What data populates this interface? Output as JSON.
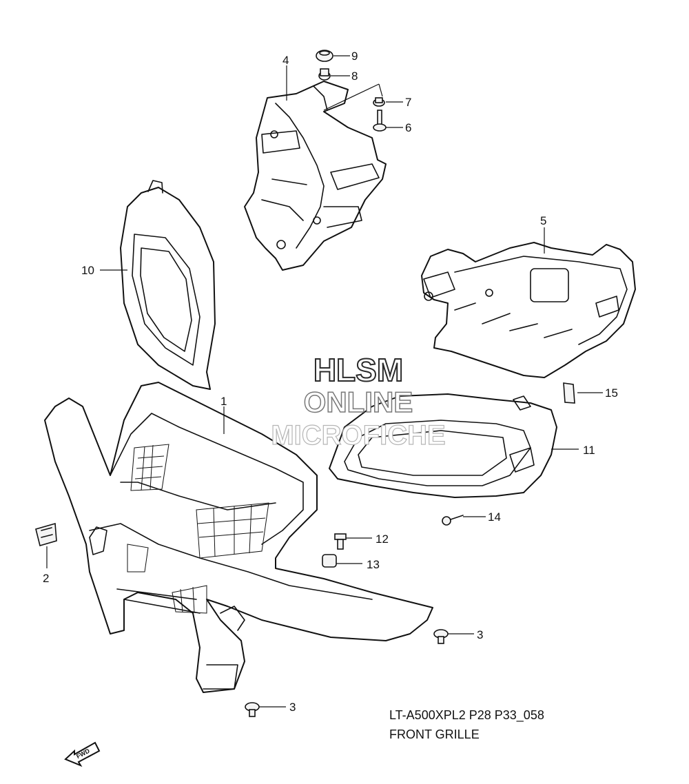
{
  "watermark": {
    "line1": "HLSM",
    "line2": "ONLINE",
    "line3": "MICROFICHE"
  },
  "caption": {
    "model_ref": "LT-A500XPL2 P28 P33_058",
    "title": "FRONT GRILLE"
  },
  "fwd_arrow": {
    "label": "FWD"
  },
  "callouts": [
    {
      "id": "c1",
      "label": "1"
    },
    {
      "id": "c2",
      "label": "2"
    },
    {
      "id": "c3a",
      "label": "3"
    },
    {
      "id": "c3b",
      "label": "3"
    },
    {
      "id": "c4",
      "label": "4"
    },
    {
      "id": "c5",
      "label": "5"
    },
    {
      "id": "c6",
      "label": "6"
    },
    {
      "id": "c7",
      "label": "7"
    },
    {
      "id": "c8",
      "label": "8"
    },
    {
      "id": "c9",
      "label": "9"
    },
    {
      "id": "c10",
      "label": "10"
    },
    {
      "id": "c11",
      "label": "11"
    },
    {
      "id": "c12",
      "label": "12"
    },
    {
      "id": "c13",
      "label": "13"
    },
    {
      "id": "c14",
      "label": "14"
    },
    {
      "id": "c15",
      "label": "15"
    }
  ]
}
